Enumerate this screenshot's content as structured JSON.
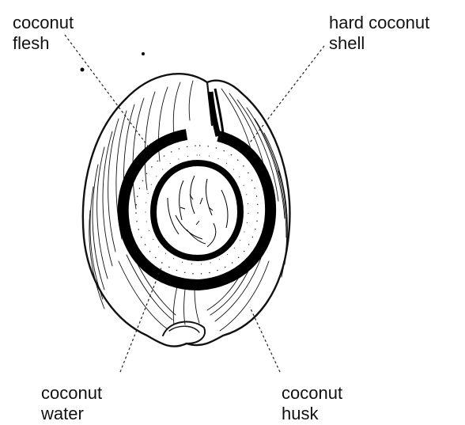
{
  "labels": {
    "flesh": [
      "coconut",
      "flesh"
    ],
    "shell": [
      "hard coconut",
      "shell"
    ],
    "water": [
      "coconut",
      "water"
    ],
    "husk": [
      "coconut",
      "husk"
    ]
  },
  "colors": {
    "ink": "#111111",
    "background": "#ffffff"
  }
}
